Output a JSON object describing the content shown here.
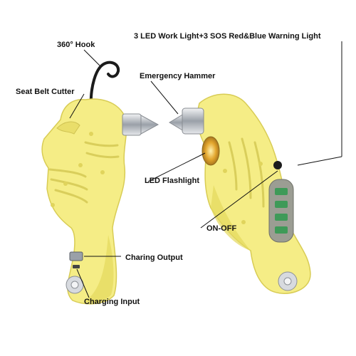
{
  "labels": {
    "hook": "360° Hook",
    "seat_belt_cutter": "Seat Belt Cutter",
    "emergency_hammer": "Emergency Hammer",
    "work_light": "3 LED Work Light+3 SOS Red&Blue Warning Light",
    "led_flashlight": "LED Flashlight",
    "on_off": "ON-OFF",
    "charging_output": "Charing Output",
    "charging_input": "Charging Input"
  },
  "colors": {
    "body": "#f5ed86",
    "body_shade": "#e4d95c",
    "metal": "#c9ccd1",
    "hook": "#1b1b1b",
    "led_green": "#3e9a58",
    "flashlight": "#e0a62a"
  }
}
